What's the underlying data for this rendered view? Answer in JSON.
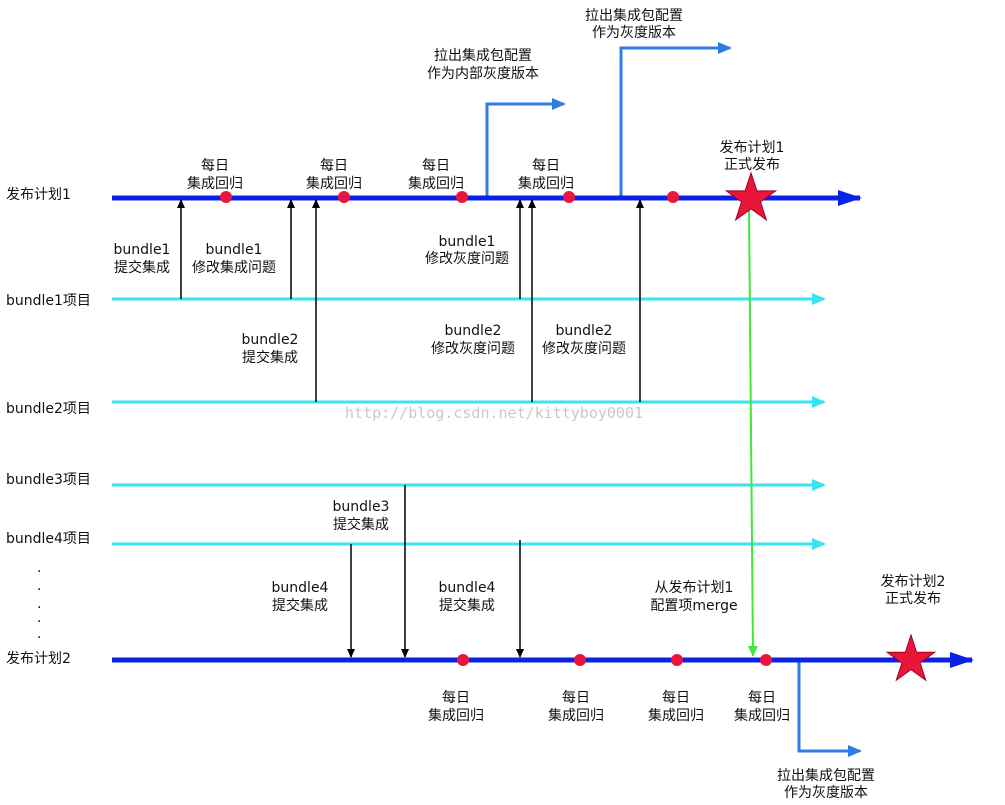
{
  "lanes": {
    "plan1": "发布计划1",
    "bundle1": "bundle1项目",
    "bundle2": "bundle2项目",
    "bundle3": "bundle3项目",
    "bundle4": "bundle4项目",
    "plan2": "发布计划2",
    "ellipsis_dot": "."
  },
  "labels": {
    "daily": [
      "每日",
      "集成回归"
    ],
    "pull_internal": [
      "拉出集成包配置",
      "作为内部灰度版本"
    ],
    "pull_gray": [
      "拉出集成包配置",
      "作为灰度版本"
    ],
    "plan1_release": [
      "发布计划1",
      "正式发布"
    ],
    "plan2_release": [
      "发布计划2",
      "正式发布"
    ],
    "b1_submit": [
      "bundle1",
      "提交集成"
    ],
    "b1_fix_integration": [
      "bundle1",
      "修改集成问题"
    ],
    "b1_fix_gray": [
      "bundle1",
      "修改灰度问题"
    ],
    "b2_submit": [
      "bundle2",
      "提交集成"
    ],
    "b2_fix_gray": [
      "bundle2",
      "修改灰度问题"
    ],
    "b3_submit": [
      "bundle3",
      "提交集成"
    ],
    "b4_submit": [
      "bundle4",
      "提交集成"
    ],
    "merge": [
      "从发布计划1",
      "配置项merge"
    ]
  },
  "watermark": "http://blog.csdn.net/kittyboy0001",
  "colors": {
    "main_line": "#0a22e6",
    "bundle_line": "#3ae3f0",
    "branch_line": "#2e7de0",
    "merge_line": "#3fe83a",
    "dot": "#e8163a",
    "star": "#e8163a",
    "arrow": "#000000"
  }
}
